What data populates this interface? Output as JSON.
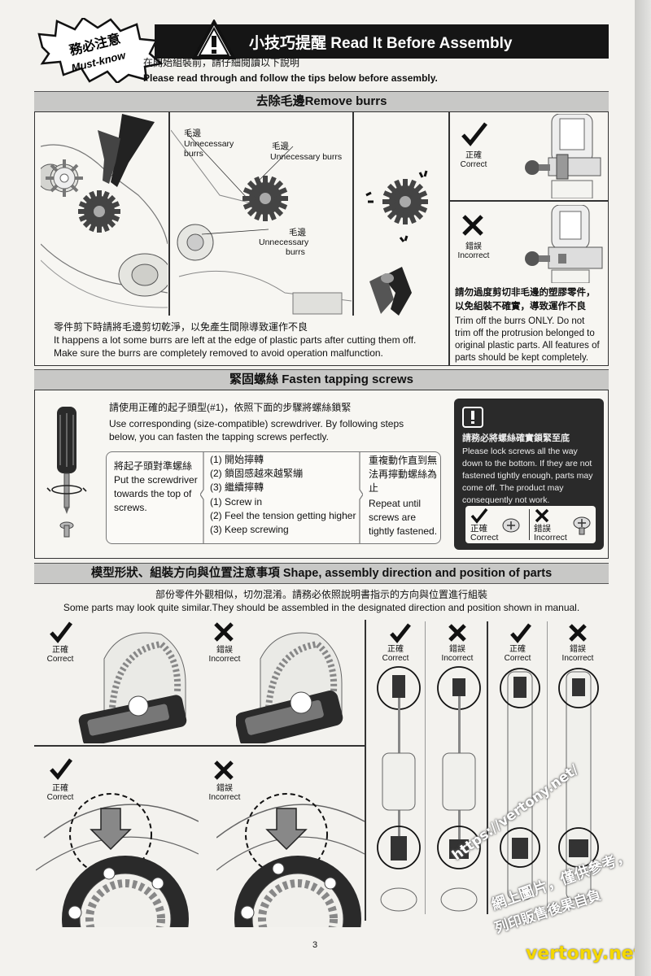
{
  "header": {
    "badge_zh": "務必注意",
    "badge_en": "Must-know",
    "title": "小技巧提醒 Read It Before Assembly",
    "intro_zh": "在開始組裝前，請仔細閱讀以下說明",
    "intro_en": "Please read through and follow the tips below before assembly."
  },
  "burrs": {
    "title": "去除毛邊Remove burrs",
    "label1_zh": "毛邊",
    "label1_en1": "Unnecessary",
    "label1_en2": "burrs",
    "label2_zh": "毛邊",
    "label2_en": "Unnecessary burrs",
    "label3_zh": "毛邊",
    "label3_en1": "Unnecessary",
    "label3_en2": "burrs",
    "caption_zh": "零件剪下時請將毛邊剪切乾淨，以免產生間隙導致運作不良",
    "caption_en1": "It happens a lot some burrs are left at the edge of plastic parts after cutting them off.",
    "caption_en2": "Make sure the burrs are completely removed to avoid operation malfunction.",
    "correct_zh": "正確",
    "correct_en": "Correct",
    "incorrect_zh": "錯誤",
    "incorrect_en": "Incorrect",
    "note_zh1": "請勿過度剪切非毛邊的塑膠零件，",
    "note_zh2": "以免組裝不確實，導致運作不良",
    "note_en1": "Trim off the burrs ONLY. Do not",
    "note_en2": "trim off the protrusion belonged to",
    "note_en3": "original plastic parts. All features of",
    "note_en4": "parts should be kept completely."
  },
  "screws": {
    "title": "緊固螺絲 Fasten tapping screws",
    "intro_zh": "請使用正確的起子頭型(#1)，依照下面的步驟將螺絲鎖緊",
    "intro_en1": "Use corresponding (size-compatible) screwdriver. By following steps",
    "intro_en2": "below, you can fasten the tapping screws perfectly.",
    "align_zh": "將起子頭對準螺絲",
    "align_en1": "Put the screwdriver",
    "align_en2": "towards the top of",
    "align_en3": "screws.",
    "step1_zh": "(1) 開始擰轉",
    "step2_zh": "(2) 鎖固感越來越緊繃",
    "step3_zh": "(3) 繼續擰轉",
    "step1_en": "(1) Screw in",
    "step2_en": "(2) Feel the tension getting higher",
    "step3_en": "(3) Keep screwing",
    "repeat_zh1": "重複動作直到無",
    "repeat_zh2": "法再擰動螺絲為",
    "repeat_zh3": "止",
    "repeat_en1": "Repeat until",
    "repeat_en2": "screws are",
    "repeat_en3": "tightly fastened.",
    "note_zh": "請務必將螺絲確實鎖緊至底",
    "note_en1": "Please lock screws all the way",
    "note_en2": "down to the bottom. If they are not",
    "note_en3": "fastened tightly enough, parts may",
    "note_en4": "come off. The product may",
    "note_en5": "consequently not work.",
    "correct_zh": "正確",
    "correct_en": "Correct",
    "incorrect_zh": "錯誤",
    "incorrect_en": "Incorrect"
  },
  "shape": {
    "title": "模型形狀、組裝方向與位置注意事項 Shape, assembly direction and position of parts",
    "intro_zh": "部份零件外觀相似，切勿混淆。請務必依照說明書指示的方向與位置進行組裝",
    "intro_en": "Some parts may look quite similar.They should be assembled in the designated direction and position shown in manual.",
    "correct_zh": "正確",
    "correct_en": "Correct",
    "incorrect_zh": "錯誤",
    "incorrect_en": "Incorrect"
  },
  "page_number": "3",
  "watermark": {
    "url": "https://vertony.net/",
    "line1": "網上圖片，僅供參考，",
    "line2": "列印販售後果自負",
    "site": "vertony.net"
  }
}
